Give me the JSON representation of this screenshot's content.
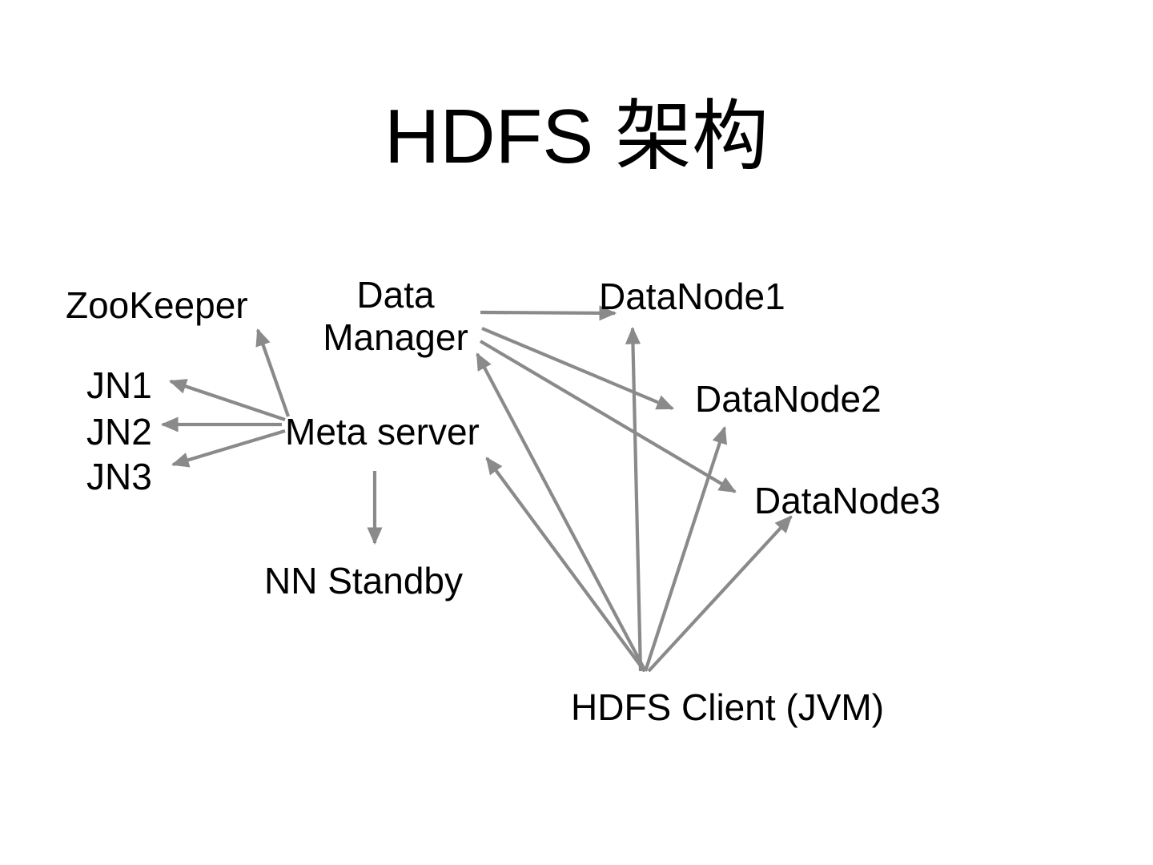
{
  "slide": {
    "title": "HDFS 架构",
    "background_color": "#ffffff",
    "text_color": "#000000",
    "arrow_color": "#8a8a8a"
  },
  "nodes": [
    {
      "id": "zookeeper",
      "label": "ZooKeeper"
    },
    {
      "id": "jn1",
      "label": "JN1"
    },
    {
      "id": "jn2",
      "label": "JN2"
    },
    {
      "id": "jn3",
      "label": "JN3"
    },
    {
      "id": "meta-server",
      "label": "Meta server"
    },
    {
      "id": "data-manager",
      "label": "Data Manager"
    },
    {
      "id": "nn-standby",
      "label": "NN Standby"
    },
    {
      "id": "datanode1",
      "label": "DataNode1"
    },
    {
      "id": "datanode2",
      "label": "DataNode2"
    },
    {
      "id": "datanode3",
      "label": "DataNode3"
    },
    {
      "id": "hdfs-client",
      "label": "HDFS Client (JVM)"
    }
  ],
  "edges": [
    {
      "id": "meta-to-zookeeper",
      "from": "meta-server",
      "to": "zookeeper"
    },
    {
      "id": "meta-to-jn1",
      "from": "meta-server",
      "to": "jn1"
    },
    {
      "id": "meta-to-jn2",
      "from": "meta-server",
      "to": "jn2"
    },
    {
      "id": "meta-to-jn3",
      "from": "meta-server",
      "to": "jn3"
    },
    {
      "id": "meta-to-nn-standby",
      "from": "meta-server",
      "to": "nn-standby"
    },
    {
      "id": "manager-to-datanode1",
      "from": "data-manager",
      "to": "datanode1"
    },
    {
      "id": "manager-to-datanode2",
      "from": "data-manager",
      "to": "datanode2"
    },
    {
      "id": "manager-to-datanode3",
      "from": "data-manager",
      "to": "datanode3"
    },
    {
      "id": "client-to-meta",
      "from": "hdfs-client",
      "to": "meta-server"
    },
    {
      "id": "client-to-manager",
      "from": "hdfs-client",
      "to": "data-manager"
    },
    {
      "id": "client-to-datanode1",
      "from": "hdfs-client",
      "to": "datanode1"
    },
    {
      "id": "client-to-datanode2",
      "from": "hdfs-client",
      "to": "datanode2"
    },
    {
      "id": "client-to-datanode3",
      "from": "hdfs-client",
      "to": "datanode3"
    }
  ]
}
